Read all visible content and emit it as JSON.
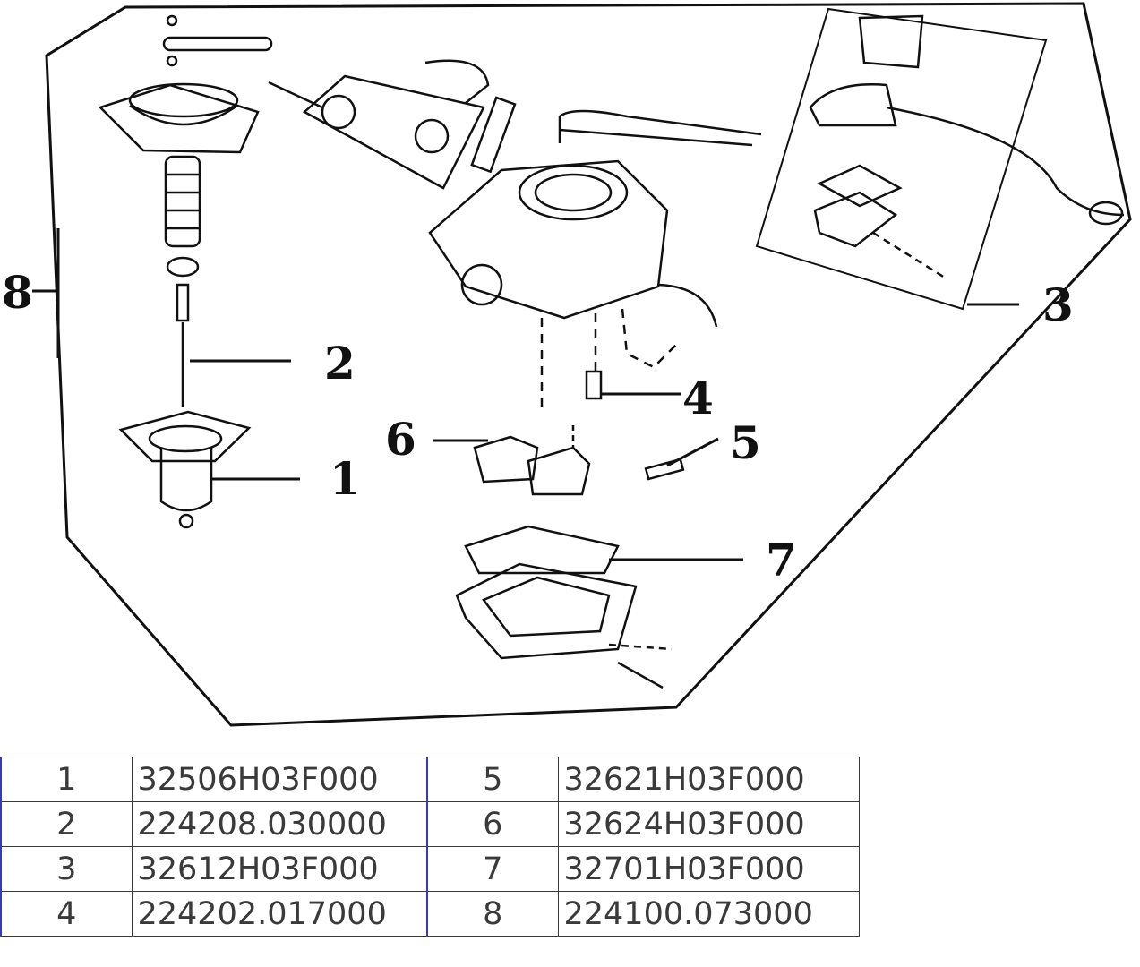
{
  "callouts": {
    "c1": "1",
    "c2": "2",
    "c3": "3",
    "c4": "4",
    "c5": "5",
    "c6": "6",
    "c7": "7",
    "c8": "8"
  },
  "parts_table": {
    "rows": [
      {
        "left_no": "1",
        "left_code": "32506H03F000",
        "right_no": "5",
        "right_code": "32621H03F000"
      },
      {
        "left_no": "2",
        "left_code": "224208.030000",
        "right_no": "6",
        "right_code": "32624H03F000"
      },
      {
        "left_no": "3",
        "left_code": "32612H03F000",
        "right_no": "7",
        "right_code": "32701H03F000"
      },
      {
        "left_no": "4",
        "left_code": "224202.017000",
        "right_no": "8",
        "right_code": "224100.073000"
      }
    ]
  },
  "colors": {
    "line": "#111111",
    "table_text": "#3a3a3a",
    "table_accent": "#3b3bb0"
  }
}
